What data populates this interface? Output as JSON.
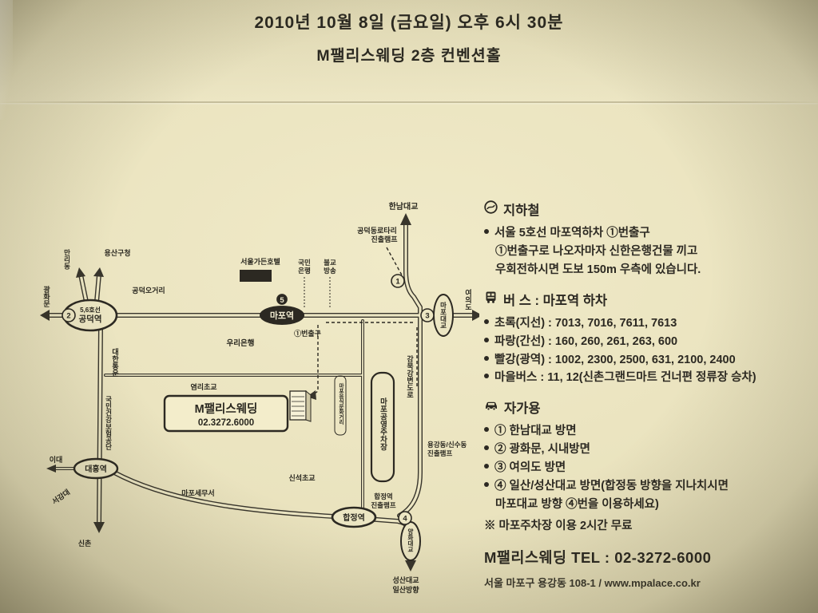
{
  "header": {
    "date_line": "2010년 10월 8일 (금요일) 오후 6시 30분",
    "venue_line": "M팰리스웨딩 2층 컨벤션홀"
  },
  "map": {
    "labels": {
      "hannam_bridge": "한남대교",
      "gongdeok_ramp": [
        "공덕동로타리",
        "진출램프"
      ],
      "garden_hotel": "서울가든호텔",
      "kookmin_bank": [
        "국민",
        "은행"
      ],
      "buddhist_broadcast": [
        "불교",
        "방송"
      ],
      "mapo_station": "마포역",
      "line5_badge": "5",
      "exit1": "①번출구",
      "woori_bank": "우리은행",
      "gongdeok_line": "5,6호선",
      "gongdeok_station": "공덕역",
      "gwanghwamun": "광화문",
      "manridong": "만리동",
      "yongsan_office": "용산구청",
      "gongdeok_ogeori": "공덕오거리",
      "daehan_transport": "대한통운",
      "health_insurance": "국민건강보험공단",
      "yeomri_school": "염리초교",
      "venue_name": "M팰리스웨딩",
      "venue_tel": "02.3272.6000",
      "public_parking": "마포공영주차장",
      "food_street": "마포음식문화거리",
      "gangbyeon_road": "강북강변도로",
      "mapo_bridge": "마포대교",
      "yeouido": "여의도",
      "yonggang_ramp": [
        "용강동/신수동",
        "진출램프"
      ],
      "sinseok_school": "신석초교",
      "tax_office": "마포세무서",
      "daeheung_station": "대흥역",
      "ewha": "이대",
      "sogang": "서강대",
      "sinchon": "신촌",
      "hapjeong_station": "합정역",
      "hapjeong_ramp": [
        "합정역",
        "진출램프"
      ],
      "yanghwa_bridge": "양화대교",
      "seongsan": [
        "성산대교",
        "일산방향"
      ],
      "n1": "1",
      "n2": "2",
      "n3": "3",
      "n4": "4"
    }
  },
  "directions": {
    "subway": {
      "title": "지하철",
      "line1": "서울 5호선 마포역하차 ①번출구",
      "line2": "①번출구로 나오자마자 신한은행건물 끼고",
      "line3": "우회전하시면 도보 150m 우측에 있습니다."
    },
    "bus": {
      "title": "버 스 : 마포역 하차",
      "items": [
        "초록(지선) : 7013, 7016, 7611, 7613",
        "파랑(간선) : 160, 260, 261, 263, 600",
        "빨강(광역) : 1002, 2300, 2500, 631, 2100, 2400",
        "마을버스 : 11, 12(신촌그랜드마트 건너편 정류장 승차)"
      ]
    },
    "car": {
      "title": "자가용",
      "items": [
        "① 한남대교 방면",
        "② 광화문, 시내방면",
        "③ 여의도 방면",
        "④ 일산/성산대교 방면(합정동 방향을 지나치시면",
        "마포대교 방향 ④번을 이용하세요)"
      ],
      "note": "※ 마포주차장 이용 2시간 무료"
    }
  },
  "footer": {
    "tel": "M팰리스웨딩 TEL : 02-3272-6000",
    "address": "서울 마포구 용강동 108-1 / www.mpalace.co.kr"
  }
}
